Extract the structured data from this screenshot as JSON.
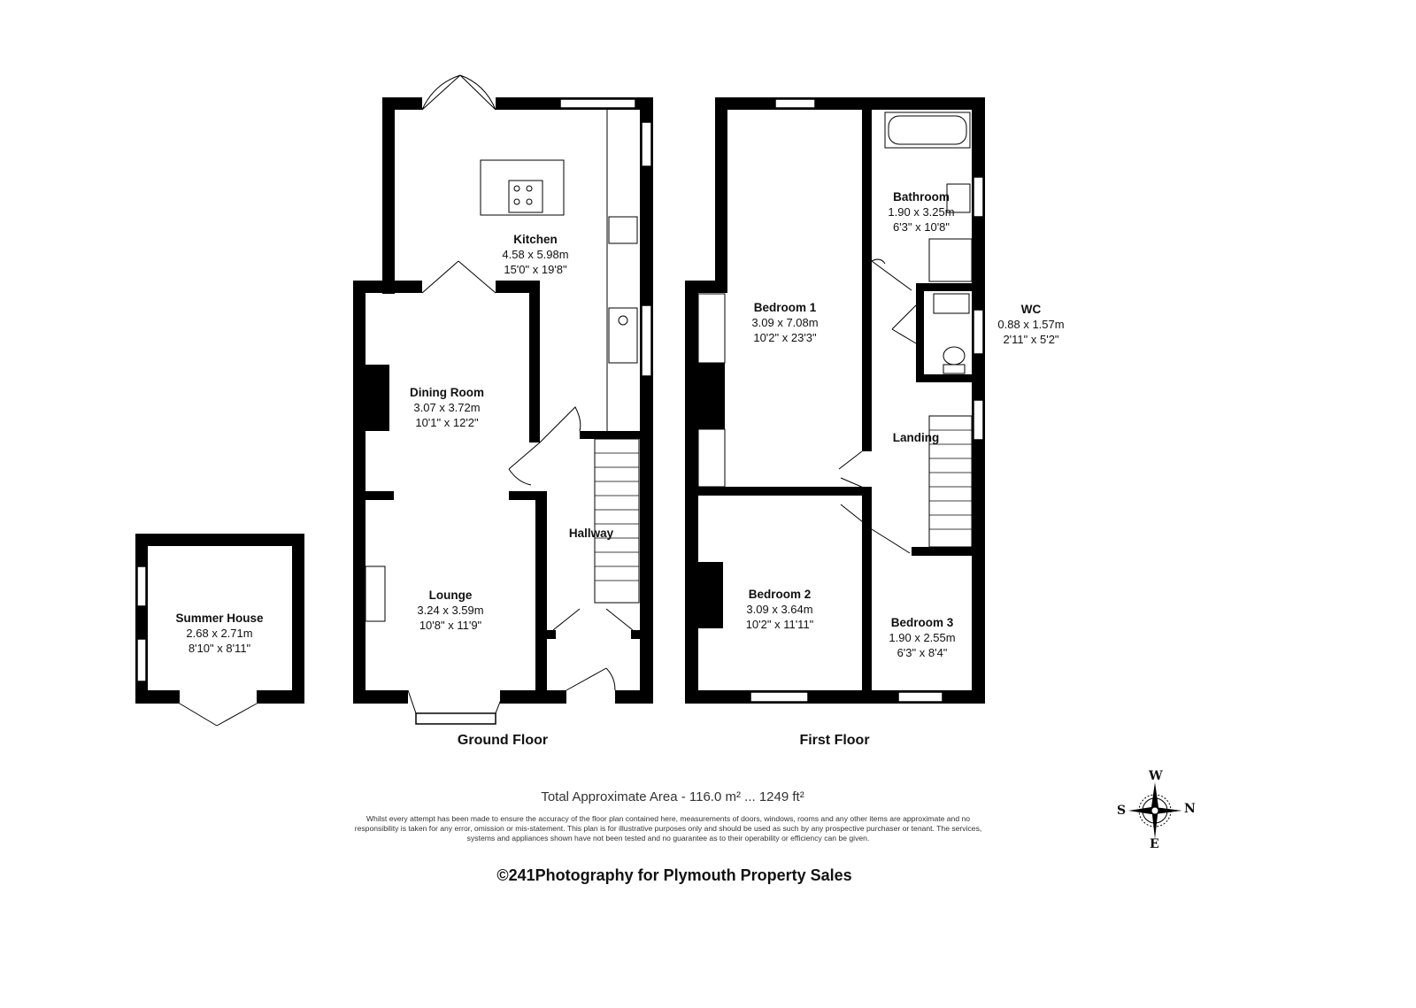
{
  "rooms": {
    "kitchen": {
      "name": "Kitchen",
      "metric": "4.58 x 5.98m",
      "imperial": "15'0\" x 19'8\""
    },
    "dining": {
      "name": "Dining Room",
      "metric": "3.07 x 3.72m",
      "imperial": "10'1\" x 12'2\""
    },
    "lounge": {
      "name": "Lounge",
      "metric": "3.24 x 3.59m",
      "imperial": "10'8\" x 11'9\""
    },
    "hallway": {
      "name": "Hallway"
    },
    "summer": {
      "name": "Summer House",
      "metric": "2.68 x 2.71m",
      "imperial": "8'10\" x 8'11\""
    },
    "bedroom1": {
      "name": "Bedroom 1",
      "metric": "3.09 x 7.08m",
      "imperial": "10'2\" x 23'3\""
    },
    "bathroom": {
      "name": "Bathroom",
      "metric": "1.90 x 3.25m",
      "imperial": "6'3\" x 10'8\""
    },
    "wc": {
      "name": "WC",
      "metric": "0.88 x 1.57m",
      "imperial": "2'11\" x 5'2\""
    },
    "landing": {
      "name": "Landing"
    },
    "bedroom2": {
      "name": "Bedroom 2",
      "metric": "3.09 x 3.64m",
      "imperial": "10'2\" x 11'11\""
    },
    "bedroom3": {
      "name": "Bedroom 3",
      "metric": "1.90 x 2.55m",
      "imperial": "6'3\" x 8'4\""
    }
  },
  "floors": {
    "ground": "Ground Floor",
    "first": "First Floor"
  },
  "total_area": "Total Approximate Area - 116.0 m² ... 1249 ft²",
  "disclaimer": "Whilst every attempt has been made to ensure the accuracy of the floor plan contained here, measurements of doors, windows, rooms and any other items are approximate and no responsibility is taken for any error, omission or mis-statement. This plan is for illustrative purposes only and should be used as such by any prospective purchaser or tenant. The services, systems and appliances shown have not been tested and no guarantee as to their operability or efficiency can be given.",
  "copyright": "©241Photography for Plymouth Property Sales",
  "compass": {
    "top": "W",
    "left": "S",
    "right": "N",
    "bottom": "E"
  }
}
